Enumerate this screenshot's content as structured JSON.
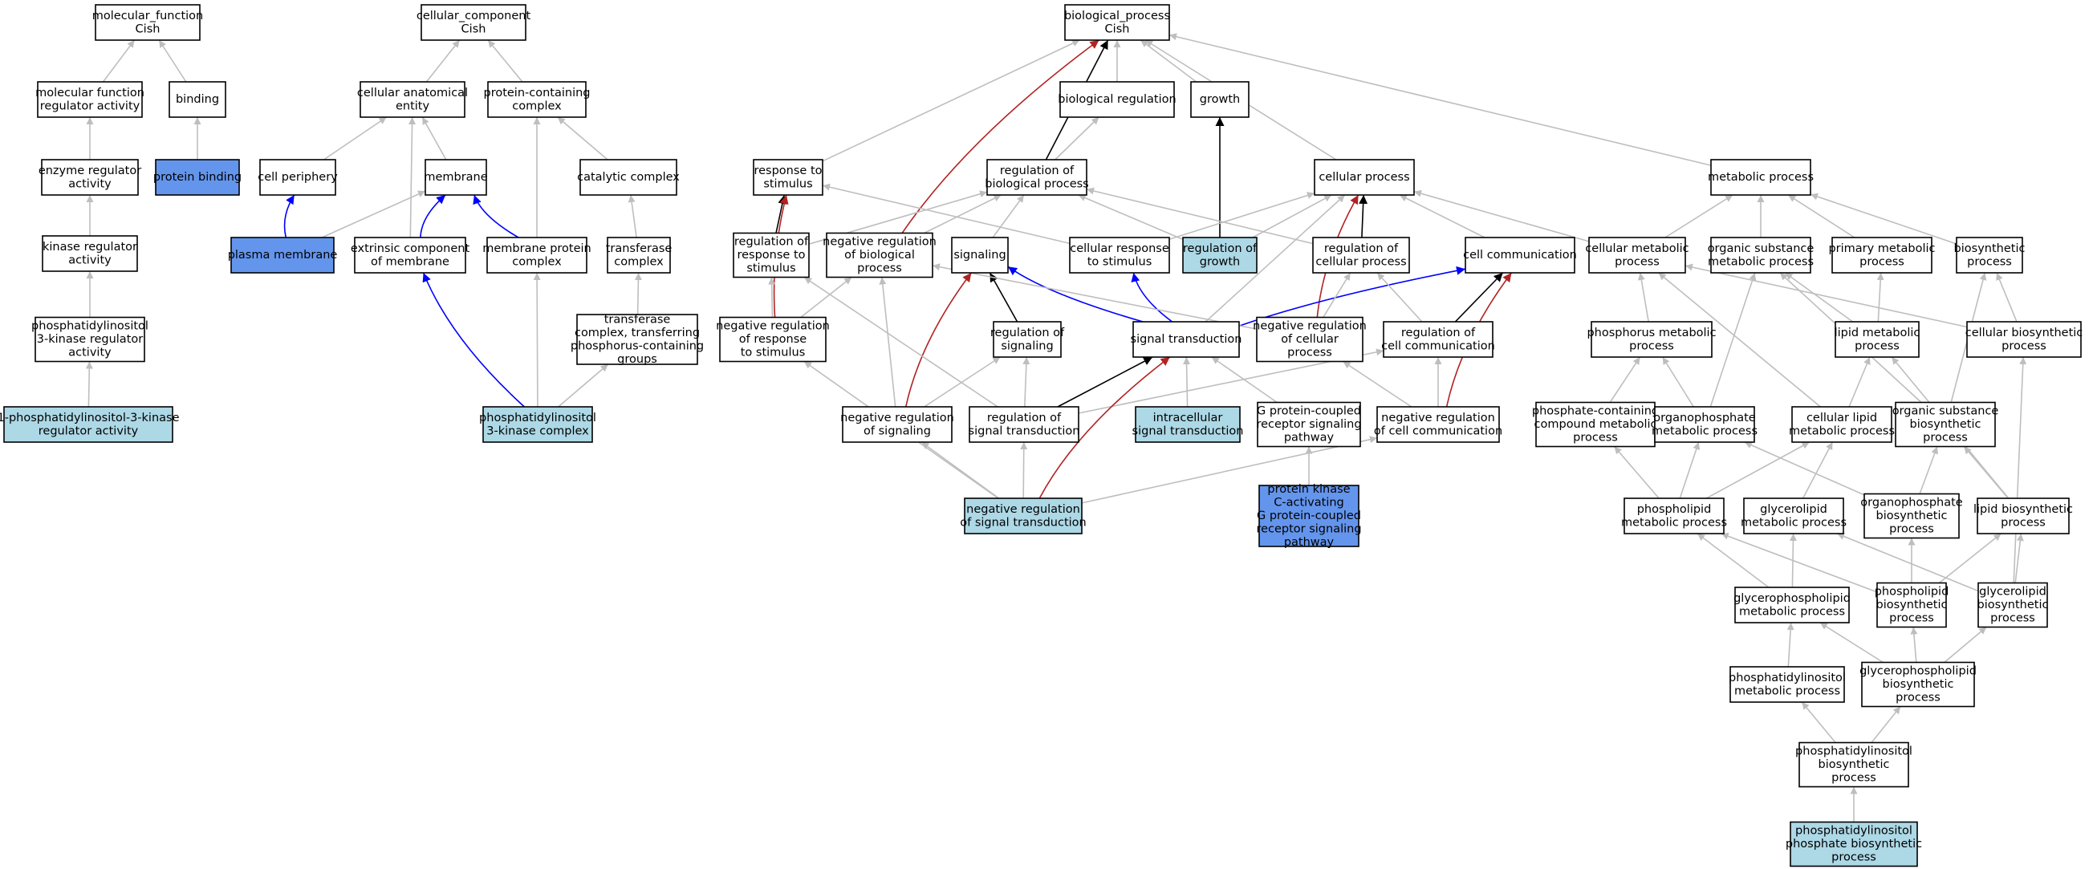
{
  "colors": {
    "plain": "#ffffff",
    "light": "#add8e6",
    "blue": "#6495ed",
    "gray": "#bebebe",
    "black": "#000000",
    "edge_blue": "#0000ff",
    "edge_red": "#b22222"
  },
  "nodes": {
    "mf": {
      "lines": [
        "molecular_function",
        "Cish"
      ],
      "fill": "plain"
    },
    "cc": {
      "lines": [
        "cellular_component",
        "Cish"
      ],
      "fill": "plain"
    },
    "bp": {
      "lines": [
        "biological_process",
        "Cish"
      ],
      "fill": "plain"
    },
    "mfra": {
      "lines": [
        "molecular function",
        "regulator activity"
      ],
      "fill": "plain"
    },
    "binding": {
      "lines": [
        "binding"
      ],
      "fill": "plain"
    },
    "era": {
      "lines": [
        "enzyme regulator",
        "activity"
      ],
      "fill": "plain"
    },
    "pbind": {
      "lines": [
        "protein binding"
      ],
      "fill": "blue"
    },
    "kra": {
      "lines": [
        "kinase regulator",
        "activity"
      ],
      "fill": "plain"
    },
    "pi3kra": {
      "lines": [
        "phosphatidylinositol",
        "3-kinase regulator",
        "activity"
      ],
      "fill": "plain"
    },
    "pi3kra1": {
      "lines": [
        "1-phosphatidylinositol-3-kinase",
        "regulator activity"
      ],
      "fill": "light"
    },
    "cae": {
      "lines": [
        "cellular anatomical",
        "entity"
      ],
      "fill": "plain"
    },
    "pcc": {
      "lines": [
        "protein-containing",
        "complex"
      ],
      "fill": "plain"
    },
    "cperi": {
      "lines": [
        "cell periphery"
      ],
      "fill": "plain"
    },
    "membrane": {
      "lines": [
        "membrane"
      ],
      "fill": "plain"
    },
    "catc": {
      "lines": [
        "catalytic complex"
      ],
      "fill": "plain"
    },
    "pm": {
      "lines": [
        "plasma membrane"
      ],
      "fill": "blue"
    },
    "ecm": {
      "lines": [
        "extrinsic component",
        "of membrane"
      ],
      "fill": "plain"
    },
    "mpc": {
      "lines": [
        "membrane protein",
        "complex"
      ],
      "fill": "plain"
    },
    "tc": {
      "lines": [
        "transferase",
        "complex"
      ],
      "fill": "plain"
    },
    "tcpg": {
      "lines": [
        "transferase",
        "complex, transferring",
        "phosphorus-containing",
        "groups"
      ],
      "fill": "plain"
    },
    "pi3kc": {
      "lines": [
        "phosphatidylinositol",
        "3-kinase complex"
      ],
      "fill": "light"
    },
    "breg": {
      "lines": [
        "biological regulation"
      ],
      "fill": "plain"
    },
    "growth": {
      "lines": [
        "growth"
      ],
      "fill": "plain"
    },
    "rts": {
      "lines": [
        "response to",
        "stimulus"
      ],
      "fill": "plain"
    },
    "rbp": {
      "lines": [
        "regulation of",
        "biological process"
      ],
      "fill": "plain"
    },
    "cp": {
      "lines": [
        "cellular process"
      ],
      "fill": "plain"
    },
    "mp": {
      "lines": [
        "metabolic process"
      ],
      "fill": "plain"
    },
    "rrs": {
      "lines": [
        "regulation of",
        "response to",
        "stimulus"
      ],
      "fill": "plain"
    },
    "nrbp": {
      "lines": [
        "negative regulation",
        "of biological",
        "process"
      ],
      "fill": "plain"
    },
    "sig": {
      "lines": [
        "signaling"
      ],
      "fill": "plain"
    },
    "crs": {
      "lines": [
        "cellular response",
        "to stimulus"
      ],
      "fill": "plain"
    },
    "rog": {
      "lines": [
        "regulation of",
        "growth"
      ],
      "fill": "light"
    },
    "rcp": {
      "lines": [
        "regulation of",
        "cellular process"
      ],
      "fill": "plain"
    },
    "cc2": {
      "lines": [
        "cell communication"
      ],
      "fill": "plain"
    },
    "cmp": {
      "lines": [
        "cellular metabolic",
        "process"
      ],
      "fill": "plain"
    },
    "osmp": {
      "lines": [
        "organic substance",
        "metabolic process"
      ],
      "fill": "plain"
    },
    "pmp": {
      "lines": [
        "primary metabolic",
        "process"
      ],
      "fill": "plain"
    },
    "bsp": {
      "lines": [
        "biosynthetic",
        "process"
      ],
      "fill": "plain"
    },
    "nrrs": {
      "lines": [
        "negative regulation",
        "of response",
        "to stimulus"
      ],
      "fill": "plain"
    },
    "ros": {
      "lines": [
        "regulation of",
        "signaling"
      ],
      "fill": "plain"
    },
    "st": {
      "lines": [
        "signal transduction"
      ],
      "fill": "plain"
    },
    "nrcp": {
      "lines": [
        "negative regulation",
        "of cellular",
        "process"
      ],
      "fill": "plain"
    },
    "rcc": {
      "lines": [
        "regulation of",
        "cell communication"
      ],
      "fill": "plain"
    },
    "phmp": {
      "lines": [
        "phosphorus metabolic",
        "process"
      ],
      "fill": "plain"
    },
    "lmp": {
      "lines": [
        "lipid metabolic",
        "process"
      ],
      "fill": "plain"
    },
    "cbp": {
      "lines": [
        "cellular biosynthetic",
        "process"
      ],
      "fill": "plain"
    },
    "nros": {
      "lines": [
        "negative regulation",
        "of signaling"
      ],
      "fill": "plain"
    },
    "rst": {
      "lines": [
        "regulation of",
        "signal transduction"
      ],
      "fill": "plain"
    },
    "ist": {
      "lines": [
        "intracellular",
        "signal transduction"
      ],
      "fill": "light"
    },
    "gpcr": {
      "lines": [
        "G protein-coupled",
        "receptor signaling",
        "pathway"
      ],
      "fill": "plain"
    },
    "nrcc": {
      "lines": [
        "negative regulation",
        "of cell communication"
      ],
      "fill": "plain"
    },
    "pccmp": {
      "lines": [
        "phosphate-containing",
        "compound metabolic",
        "process"
      ],
      "fill": "plain"
    },
    "opmp": {
      "lines": [
        "organophosphate",
        "metabolic process"
      ],
      "fill": "plain"
    },
    "clmp": {
      "lines": [
        "cellular lipid",
        "metabolic process"
      ],
      "fill": "plain"
    },
    "osbp": {
      "lines": [
        "organic substance",
        "biosynthetic",
        "process"
      ],
      "fill": "plain"
    },
    "nrst": {
      "lines": [
        "negative regulation",
        "of signal transduction"
      ],
      "fill": "light"
    },
    "pkc": {
      "lines": [
        "protein kinase",
        "C-activating",
        "G protein-coupled",
        "receptor signaling",
        "pathway"
      ],
      "fill": "blue"
    },
    "plmp": {
      "lines": [
        "phospholipid",
        "metabolic process"
      ],
      "fill": "plain"
    },
    "glmp": {
      "lines": [
        "glycerolipid",
        "metabolic process"
      ],
      "fill": "plain"
    },
    "opbp": {
      "lines": [
        "organophosphate",
        "biosynthetic",
        "process"
      ],
      "fill": "plain"
    },
    "lbp": {
      "lines": [
        "lipid biosynthetic",
        "process"
      ],
      "fill": "plain"
    },
    "gplmp": {
      "lines": [
        "glycerophospholipid",
        "metabolic process"
      ],
      "fill": "plain"
    },
    "plbp": {
      "lines": [
        "phospholipid",
        "biosynthetic",
        "process"
      ],
      "fill": "plain"
    },
    "glbp": {
      "lines": [
        "glycerolipid",
        "biosynthetic",
        "process"
      ],
      "fill": "plain"
    },
    "pimp": {
      "lines": [
        "phosphatidylinositol",
        "metabolic process"
      ],
      "fill": "plain"
    },
    "gplbp": {
      "lines": [
        "glycerophospholipid",
        "biosynthetic",
        "process"
      ],
      "fill": "plain"
    },
    "pibp": {
      "lines": [
        "phosphatidylinositol",
        "biosynthetic",
        "process"
      ],
      "fill": "plain"
    },
    "pipbp": {
      "lines": [
        "phosphatidylinositol",
        "phosphate biosynthetic",
        "process"
      ],
      "fill": "light"
    }
  },
  "edges": [
    [
      "mfra",
      "mf",
      "gray"
    ],
    [
      "binding",
      "mf",
      "gray"
    ],
    [
      "era",
      "mfra",
      "gray"
    ],
    [
      "pbind",
      "binding",
      "gray"
    ],
    [
      "kra",
      "era",
      "gray"
    ],
    [
      "pi3kra",
      "kra",
      "gray"
    ],
    [
      "pi3kra1",
      "pi3kra",
      "gray"
    ],
    [
      "cae",
      "cc",
      "gray"
    ],
    [
      "pcc",
      "cc",
      "gray"
    ],
    [
      "cperi",
      "cae",
      "gray"
    ],
    [
      "membrane",
      "cae",
      "gray"
    ],
    [
      "ecm",
      "cae",
      "gray"
    ],
    [
      "catc",
      "pcc",
      "gray"
    ],
    [
      "mpc",
      "pcc",
      "gray"
    ],
    [
      "pm",
      "cperi",
      "blue"
    ],
    [
      "pm",
      "membrane",
      "gray"
    ],
    [
      "ecm",
      "membrane",
      "blue"
    ],
    [
      "mpc",
      "membrane",
      "blue"
    ],
    [
      "tc",
      "catc",
      "gray"
    ],
    [
      "tcpg",
      "tc",
      "gray"
    ],
    [
      "pi3kc",
      "ecm",
      "blue"
    ],
    [
      "pi3kc",
      "mpc",
      "gray"
    ],
    [
      "pi3kc",
      "tcpg",
      "gray"
    ],
    [
      "rts",
      "bp",
      "gray"
    ],
    [
      "breg",
      "bp",
      "gray"
    ],
    [
      "growth",
      "bp",
      "gray"
    ],
    [
      "cp",
      "bp",
      "gray"
    ],
    [
      "mp",
      "bp",
      "gray"
    ],
    [
      "rbp",
      "bp",
      "black"
    ],
    [
      "nrbp",
      "bp",
      "red"
    ],
    [
      "rbp",
      "breg",
      "gray"
    ],
    [
      "rog",
      "growth",
      "black"
    ],
    [
      "rrs",
      "rts",
      "black"
    ],
    [
      "rrs",
      "rbp",
      "gray"
    ],
    [
      "nrrs",
      "rts",
      "red"
    ],
    [
      "nrbp",
      "rbp",
      "gray"
    ],
    [
      "sig",
      "rbp",
      "gray"
    ],
    [
      "rog",
      "rbp",
      "gray"
    ],
    [
      "rcp",
      "rbp",
      "gray"
    ],
    [
      "crs",
      "rts",
      "gray"
    ],
    [
      "crs",
      "cp",
      "gray"
    ],
    [
      "rog",
      "cp",
      "gray"
    ],
    [
      "rcp",
      "cp",
      "black"
    ],
    [
      "cc2",
      "cp",
      "gray"
    ],
    [
      "cmp",
      "cp",
      "gray"
    ],
    [
      "st",
      "cp",
      "gray"
    ],
    [
      "nrcp",
      "cp",
      "red"
    ],
    [
      "cmp",
      "mp",
      "gray"
    ],
    [
      "osmp",
      "mp",
      "gray"
    ],
    [
      "pmp",
      "mp",
      "gray"
    ],
    [
      "bsp",
      "mp",
      "gray"
    ],
    [
      "nrrs",
      "rrs",
      "gray"
    ],
    [
      "nrrs",
      "nrbp",
      "gray"
    ],
    [
      "ros",
      "sig",
      "black"
    ],
    [
      "st",
      "sig",
      "blue"
    ],
    [
      "st",
      "crs",
      "blue"
    ],
    [
      "st",
      "cc2",
      "blue"
    ],
    [
      "nrcp",
      "rcp",
      "gray"
    ],
    [
      "nrcp",
      "nrbp",
      "gray"
    ],
    [
      "rcc",
      "rcp",
      "gray"
    ],
    [
      "rcc",
      "cc2",
      "black"
    ],
    [
      "nrcc",
      "cc2",
      "red"
    ],
    [
      "nros",
      "sig",
      "red"
    ],
    [
      "nros",
      "ros",
      "gray"
    ],
    [
      "nros",
      "nrbp",
      "gray"
    ],
    [
      "rst",
      "ros",
      "gray"
    ],
    [
      "rst",
      "st",
      "black"
    ],
    [
      "rst",
      "rrs",
      "gray"
    ],
    [
      "rst",
      "rcc",
      "gray"
    ],
    [
      "ist",
      "st",
      "gray"
    ],
    [
      "gpcr",
      "st",
      "gray"
    ],
    [
      "nrcc",
      "rcc",
      "gray"
    ],
    [
      "nrcc",
      "nrcp",
      "gray"
    ],
    [
      "nrst",
      "nros",
      "gray"
    ],
    [
      "nrst",
      "rst",
      "gray"
    ],
    [
      "nrst",
      "st",
      "red"
    ],
    [
      "nrst",
      "nrrs",
      "gray"
    ],
    [
      "nrst",
      "nrcc",
      "gray"
    ],
    [
      "pkc",
      "gpcr",
      "gray"
    ],
    [
      "phmp",
      "cmp",
      "gray"
    ],
    [
      "clmp",
      "cmp",
      "gray"
    ],
    [
      "cbp",
      "cmp",
      "gray"
    ],
    [
      "lmp",
      "pmp",
      "gray"
    ],
    [
      "lmp",
      "osmp",
      "gray"
    ],
    [
      "cbp",
      "bsp",
      "gray"
    ],
    [
      "opmp",
      "osmp",
      "gray"
    ],
    [
      "osbp",
      "osmp",
      "gray"
    ],
    [
      "osbp",
      "bsp",
      "gray"
    ],
    [
      "pccmp",
      "phmp",
      "gray"
    ],
    [
      "opmp",
      "phmp",
      "gray"
    ],
    [
      "clmp",
      "lmp",
      "gray"
    ],
    [
      "lbp",
      "lmp",
      "gray"
    ],
    [
      "plmp",
      "pccmp",
      "gray"
    ],
    [
      "plmp",
      "opmp",
      "gray"
    ],
    [
      "plmp",
      "clmp",
      "gray"
    ],
    [
      "glmp",
      "clmp",
      "gray"
    ],
    [
      "opbp",
      "opmp",
      "gray"
    ],
    [
      "opbp",
      "osbp",
      "gray"
    ],
    [
      "lbp",
      "osbp",
      "gray"
    ],
    [
      "gplmp",
      "plmp",
      "gray"
    ],
    [
      "gplmp",
      "glmp",
      "gray"
    ],
    [
      "plbp",
      "plmp",
      "gray"
    ],
    [
      "plbp",
      "opbp",
      "gray"
    ],
    [
      "plbp",
      "lbp",
      "gray"
    ],
    [
      "glbp",
      "glmp",
      "gray"
    ],
    [
      "glbp",
      "lbp",
      "gray"
    ],
    [
      "glbp",
      "cbp",
      "gray"
    ],
    [
      "pimp",
      "gplmp",
      "gray"
    ],
    [
      "gplbp",
      "gplmp",
      "gray"
    ],
    [
      "gplbp",
      "plbp",
      "gray"
    ],
    [
      "gplbp",
      "glbp",
      "gray"
    ],
    [
      "pibp",
      "pimp",
      "gray"
    ],
    [
      "pibp",
      "gplbp",
      "gray"
    ],
    [
      "pipbp",
      "pibp",
      "gray"
    ]
  ]
}
